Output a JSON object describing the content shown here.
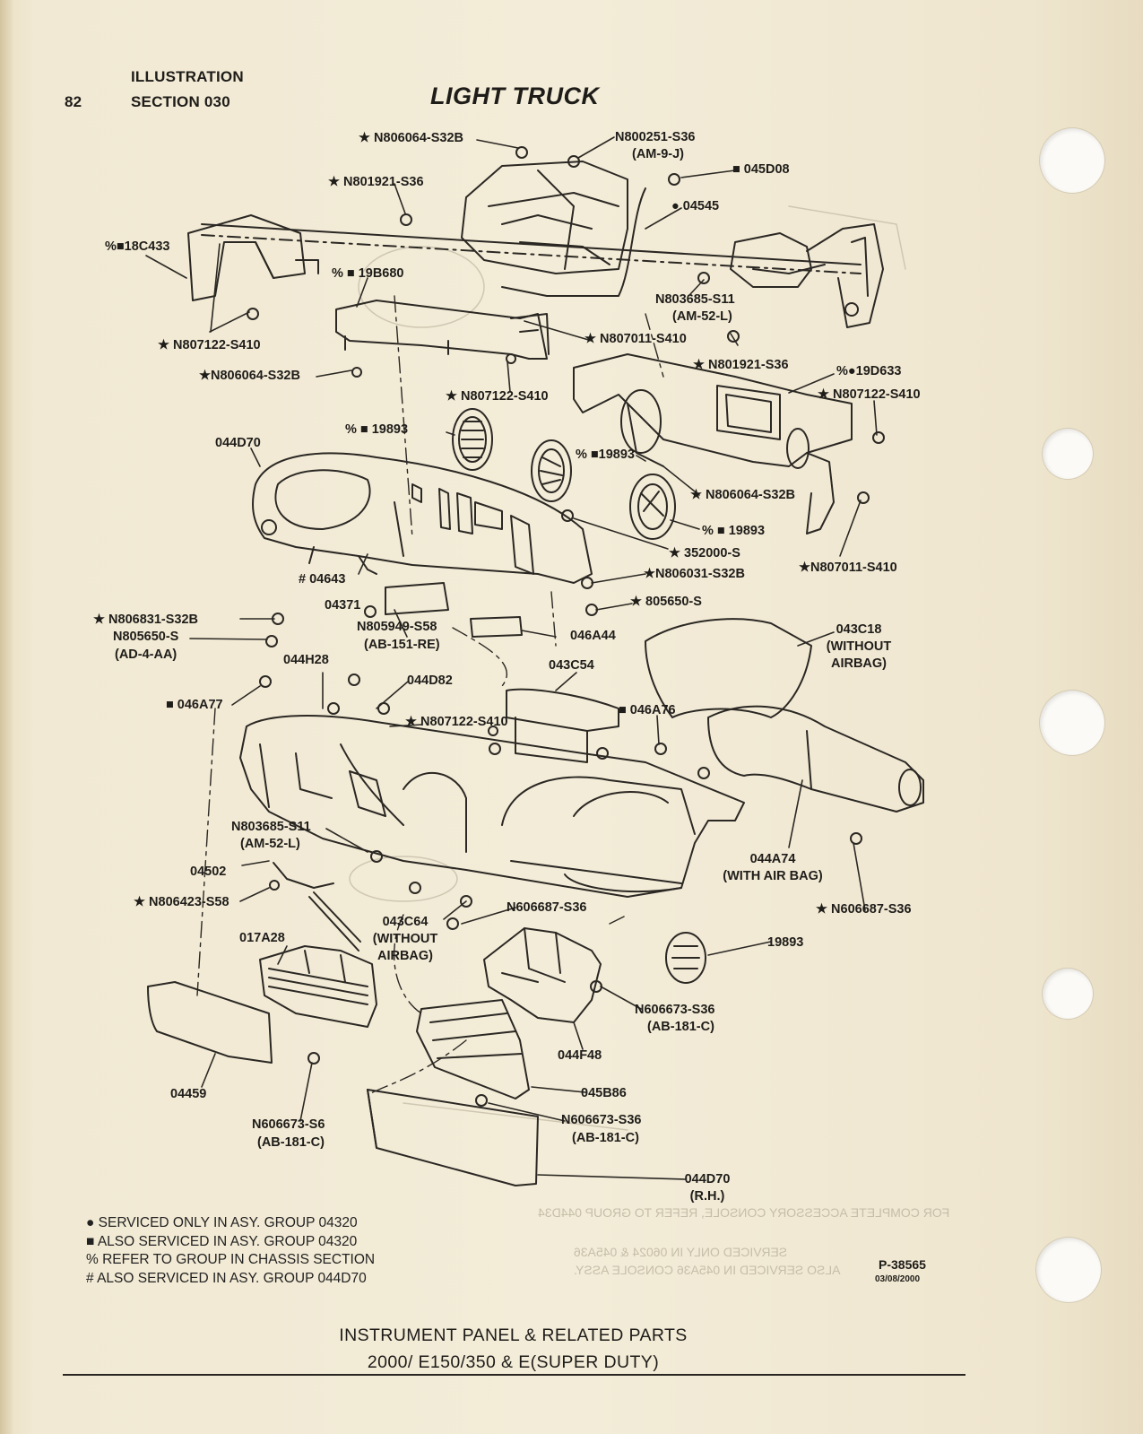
{
  "header": {
    "page_number": "82",
    "line1": "ILLUSTRATION",
    "line2": "SECTION 030",
    "title": "LIGHT TRUCK"
  },
  "callouts": [
    {
      "id": "n806064-s32b-top",
      "text": "★ N806064-S32B"
    },
    {
      "id": "n800251-s36",
      "text": "N800251-S36"
    },
    {
      "id": "n800251-s36-sub",
      "text": "(AM-9-J)"
    },
    {
      "id": "045d08",
      "text": "■ 045D08"
    },
    {
      "id": "n801921-s36-top",
      "text": "★ N801921-S36"
    },
    {
      "id": "04545",
      "text": "● 04545"
    },
    {
      "id": "18c433",
      "text": "%■18C433"
    },
    {
      "id": "19b680",
      "text": "% ■ 19B680"
    },
    {
      "id": "n803685-s11-top",
      "text": "N803685-S11"
    },
    {
      "id": "n803685-s11-top-sub",
      "text": "(AM-52-L)"
    },
    {
      "id": "n807122-s410-a",
      "text": "★ N807122-S410"
    },
    {
      "id": "n807011-s410-a",
      "text": "★ N807011-S410"
    },
    {
      "id": "n801921-s36-mid",
      "text": "★ N801921-S36"
    },
    {
      "id": "19d633",
      "text": "%●19D633"
    },
    {
      "id": "n806064-s32b-left",
      "text": "★N806064-S32B"
    },
    {
      "id": "n807122-s410-b",
      "text": "★ N807122-S410"
    },
    {
      "id": "n807122-s410-c",
      "text": "★ N807122-S410"
    },
    {
      "id": "19893-a",
      "text": "% ■ 19893"
    },
    {
      "id": "044d70",
      "text": "044D70"
    },
    {
      "id": "19893-b",
      "text": "% ■19893"
    },
    {
      "id": "n806064-s32b-mid",
      "text": "★ N806064-S32B"
    },
    {
      "id": "19893-c",
      "text": "% ■ 19893"
    },
    {
      "id": "352000-s",
      "text": "★ 352000-S"
    },
    {
      "id": "04643",
      "text": "# 04643"
    },
    {
      "id": "n806031-s32b",
      "text": "★N806031-S32B"
    },
    {
      "id": "n807011-s410-b",
      "text": "★N807011-S410"
    },
    {
      "id": "04371",
      "text": "04371"
    },
    {
      "id": "805650-s",
      "text": "★ 805650-S"
    },
    {
      "id": "n806831-s32b",
      "text": "★ N806831-S32B"
    },
    {
      "id": "n805650-s",
      "text": "N805650-S"
    },
    {
      "id": "n805650-s-sub",
      "text": "(AD-4-AA)"
    },
    {
      "id": "n805949-s58",
      "text": "N805949-S58"
    },
    {
      "id": "n805949-s58-sub",
      "text": "(AB-151-RE)"
    },
    {
      "id": "046a44",
      "text": "046A44"
    },
    {
      "id": "043c18",
      "text": "043C18"
    },
    {
      "id": "043c18-sub1",
      "text": "(WITHOUT"
    },
    {
      "id": "043c18-sub2",
      "text": "AIRBAG)"
    },
    {
      "id": "044h28",
      "text": "044H28"
    },
    {
      "id": "043c54",
      "text": "043C54"
    },
    {
      "id": "044d82",
      "text": "044D82"
    },
    {
      "id": "046a77",
      "text": "■ 046A77"
    },
    {
      "id": "046a76",
      "text": "■ 046A76"
    },
    {
      "id": "n807122-s410-d",
      "text": "★ N807122-S410"
    },
    {
      "id": "n803685-s11-low",
      "text": "N803685-S11"
    },
    {
      "id": "n803685-s11-low-sub",
      "text": "(AM-52-L)"
    },
    {
      "id": "044a74",
      "text": "044A74"
    },
    {
      "id": "044a74-sub",
      "text": "(WITH AIR BAG)"
    },
    {
      "id": "04502",
      "text": "04502"
    },
    {
      "id": "n806423-s58",
      "text": "★ N806423-S58"
    },
    {
      "id": "n606687-s36-r",
      "text": "★ N606687-S36"
    },
    {
      "id": "043c64",
      "text": "043C64"
    },
    {
      "id": "043c64-sub1",
      "text": "(WITHOUT"
    },
    {
      "id": "043c64-sub2",
      "text": "AIRBAG)"
    },
    {
      "id": "n606687-s36-c",
      "text": "N606687-S36"
    },
    {
      "id": "017a28",
      "text": "017A28"
    },
    {
      "id": "19893-d",
      "text": "19893"
    },
    {
      "id": "n606673-s36-a",
      "text": "N606673-S36"
    },
    {
      "id": "n606673-s36-a-sub",
      "text": "(AB-181-C)"
    },
    {
      "id": "044f48",
      "text": "044F48"
    },
    {
      "id": "04459",
      "text": "04459"
    },
    {
      "id": "045b86",
      "text": "045B86"
    },
    {
      "id": "n606673-s6",
      "text": "N606673-S6"
    },
    {
      "id": "n606673-s6-sub",
      "text": "(AB-181-C)"
    },
    {
      "id": "n606673-s36-b",
      "text": "N606673-S36"
    },
    {
      "id": "n606673-s36-b-sub",
      "text": "(AB-181-C)"
    },
    {
      "id": "044d70-rh",
      "text": "044D70"
    },
    {
      "id": "044d70-rh-sub",
      "text": "(R.H.)"
    }
  ],
  "legend": [
    "● SERVICED ONLY IN ASY. GROUP 04320",
    "■ ALSO SERVICED IN ASY. GROUP 04320",
    "% REFER TO GROUP IN CHASSIS SECTION",
    "# ALSO SERVICED IN ASY. GROUP 044D70"
  ],
  "drawing_number": "P-38565",
  "drawing_date": "03/08/2000",
  "caption": {
    "line1": "INSTRUMENT PANEL & RELATED PARTS",
    "line2": "2000/ E150/350 & E(SUPER DUTY)"
  },
  "colors": {
    "paper": "#f3ecd8",
    "ink": "#1e1c19",
    "bleed_through": "#c6bea9"
  }
}
